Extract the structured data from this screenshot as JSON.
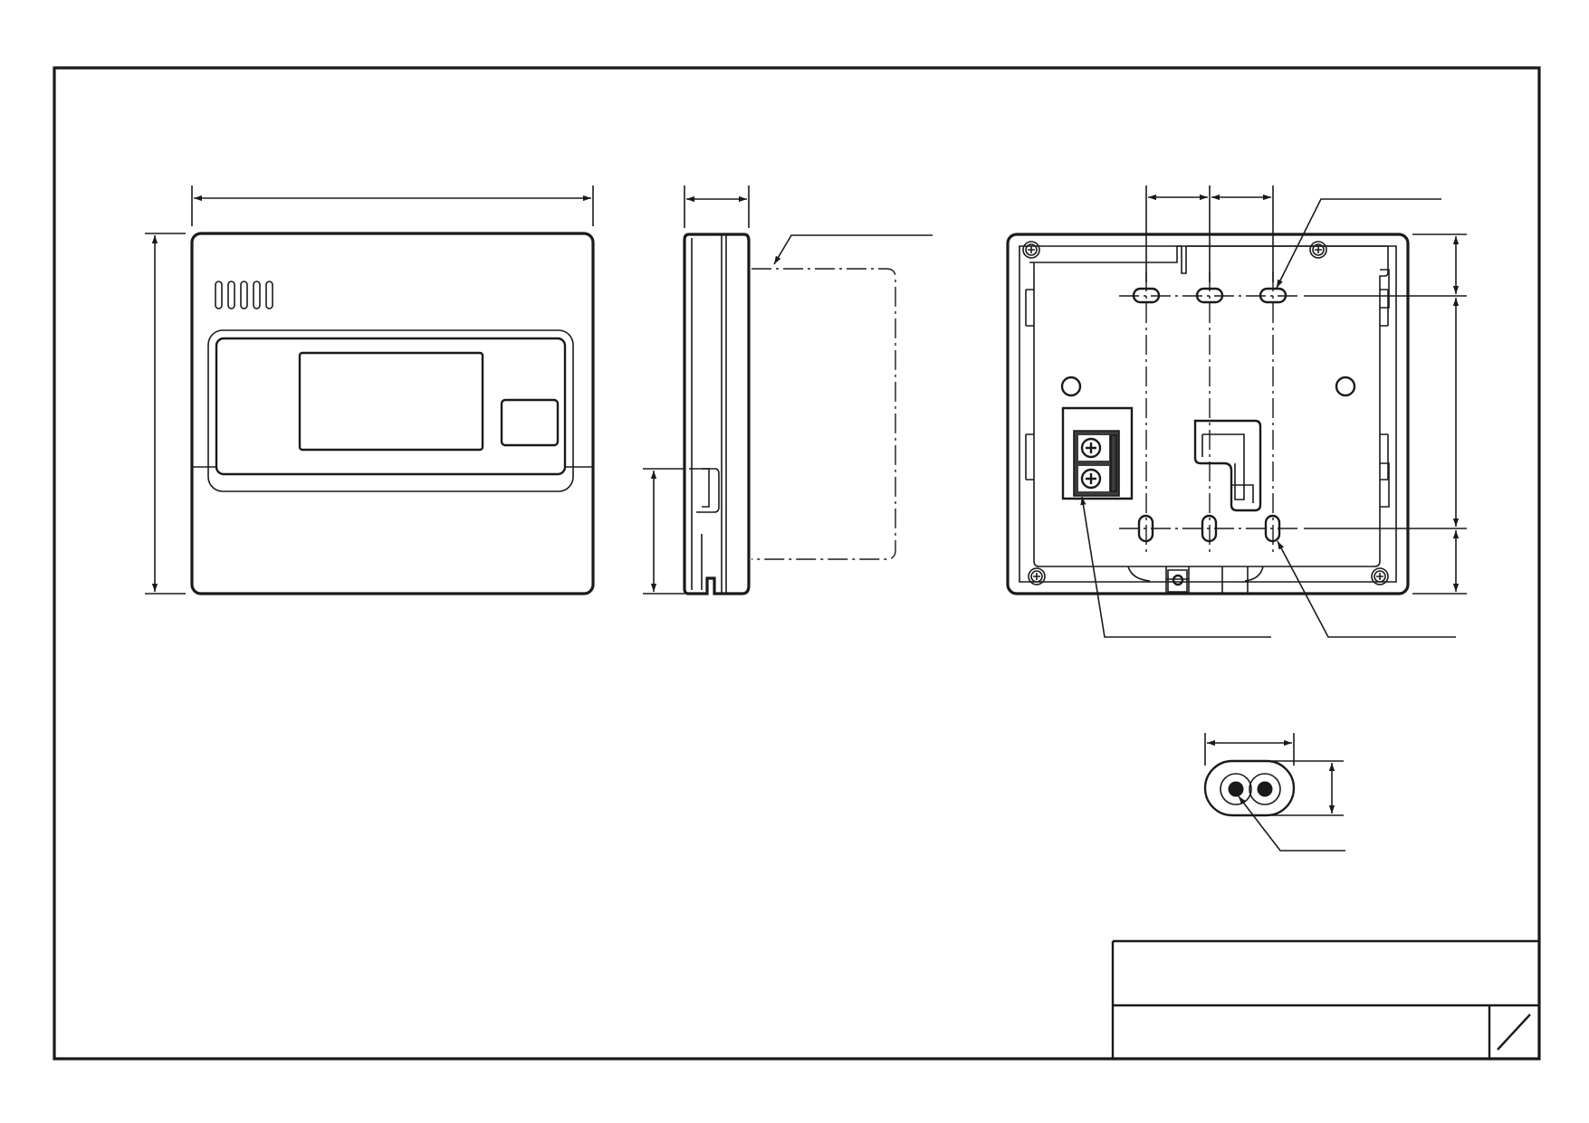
{
  "drawing": {
    "views": [
      "front-view",
      "side-view",
      "rear-view",
      "cable-section"
    ],
    "line_color": "#1a1a1a",
    "background": "#ffffff"
  },
  "title_block": {
    "title": "",
    "drawing_number": "",
    "revision": ""
  }
}
